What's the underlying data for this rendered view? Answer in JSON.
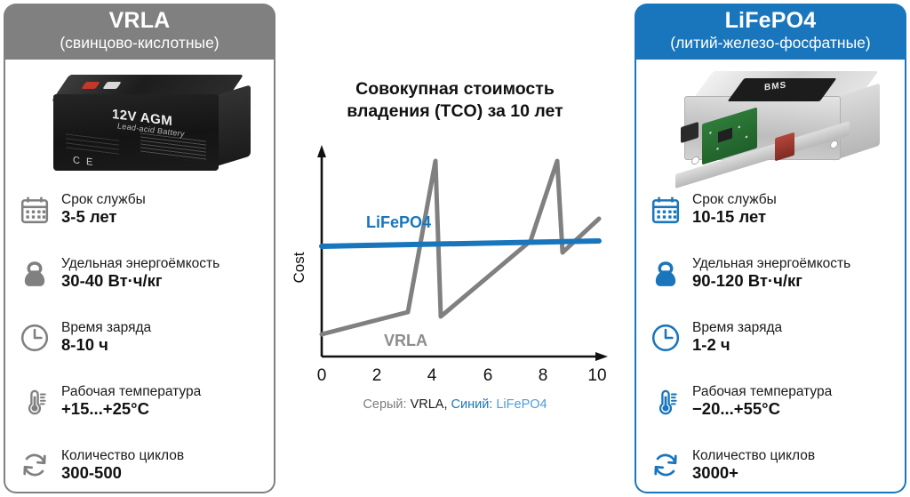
{
  "left_panel": {
    "title": "VRLA",
    "subtitle": "(свинцово-кислотные)",
    "accent": "#808080",
    "photo": {
      "name": "vrla-battery-photo",
      "label": "12V AGM",
      "sublabel": "Lead-acid Battery",
      "marks": "CE"
    },
    "specs": [
      {
        "icon": "calendar-icon",
        "name": "Срок службы",
        "value": "3-5 лет"
      },
      {
        "icon": "kettlebell-icon",
        "name": "Удельная энергоёмкость",
        "value": "30-40 Вт·ч/кг"
      },
      {
        "icon": "clock-icon",
        "name": "Время заряда",
        "value": "8-10 ч"
      },
      {
        "icon": "thermometer-icon",
        "name": "Рабочая температура",
        "value": "+15...+25°C"
      },
      {
        "icon": "cycle-icon",
        "name": "Количество циклов",
        "value": "300-500"
      }
    ]
  },
  "right_panel": {
    "title": "LiFePO4",
    "subtitle": "(литий-железо-фосфатные)",
    "accent": "#1a76bc",
    "photo": {
      "name": "lifepo4-bms-photo",
      "label": "BMS"
    },
    "specs": [
      {
        "icon": "calendar-icon",
        "name": "Срок службы",
        "value": "10-15 лет"
      },
      {
        "icon": "kettlebell-icon",
        "name": "Удельная энергоёмкость",
        "value": "90-120 Вт·ч/кг"
      },
      {
        "icon": "clock-icon",
        "name": "Время заряда",
        "value": "1-2 ч"
      },
      {
        "icon": "thermometer-icon",
        "name": "Рабочая температура",
        "value": "−20...+55°C"
      },
      {
        "icon": "cycle-icon",
        "name": "Количество циклов",
        "value": "3000+"
      }
    ]
  },
  "center": {
    "title_line1": "Совокупная стоимость",
    "title_line2": "владения (TCO) за 10 лет",
    "caption": {
      "grey_word": "Серый:",
      "grey_name": " VRLA, ",
      "blue_word": "Синий:",
      "blue_name": " LiFePO4"
    }
  },
  "chart_data": {
    "type": "line",
    "title": "Совокупная стоимость владения (TCO) за 10 лет",
    "xlabel": "",
    "ylabel": "Cost",
    "xlim": [
      0,
      10
    ],
    "ylim": [
      0,
      100
    ],
    "xticks": [
      0,
      2,
      4,
      6,
      8,
      10
    ],
    "xticklabels": [
      "0",
      "2",
      "4",
      "6",
      "8",
      "10"
    ],
    "yticks": [],
    "grid": false,
    "legend": "inline-labels",
    "series": [
      {
        "name": "VRLA",
        "color": "#808080",
        "label_position": "inside-lower-left",
        "description": "Sawtooth: gradual cost accrual with replacement spikes at year 4 and year 8",
        "x": [
          0,
          3.5,
          4.0,
          4.15,
          7.5,
          8.0,
          8.15,
          10
        ],
        "y": [
          18,
          32,
          96,
          30,
          62,
          96,
          56,
          76
        ]
      },
      {
        "name": "LiFePO4",
        "color": "#1a76bc",
        "label_position": "above-line-left",
        "description": "Near-flat line: high upfront cost, minimal growth over 10 years",
        "x": [
          0,
          10
        ],
        "y": [
          65,
          68
        ]
      }
    ]
  }
}
